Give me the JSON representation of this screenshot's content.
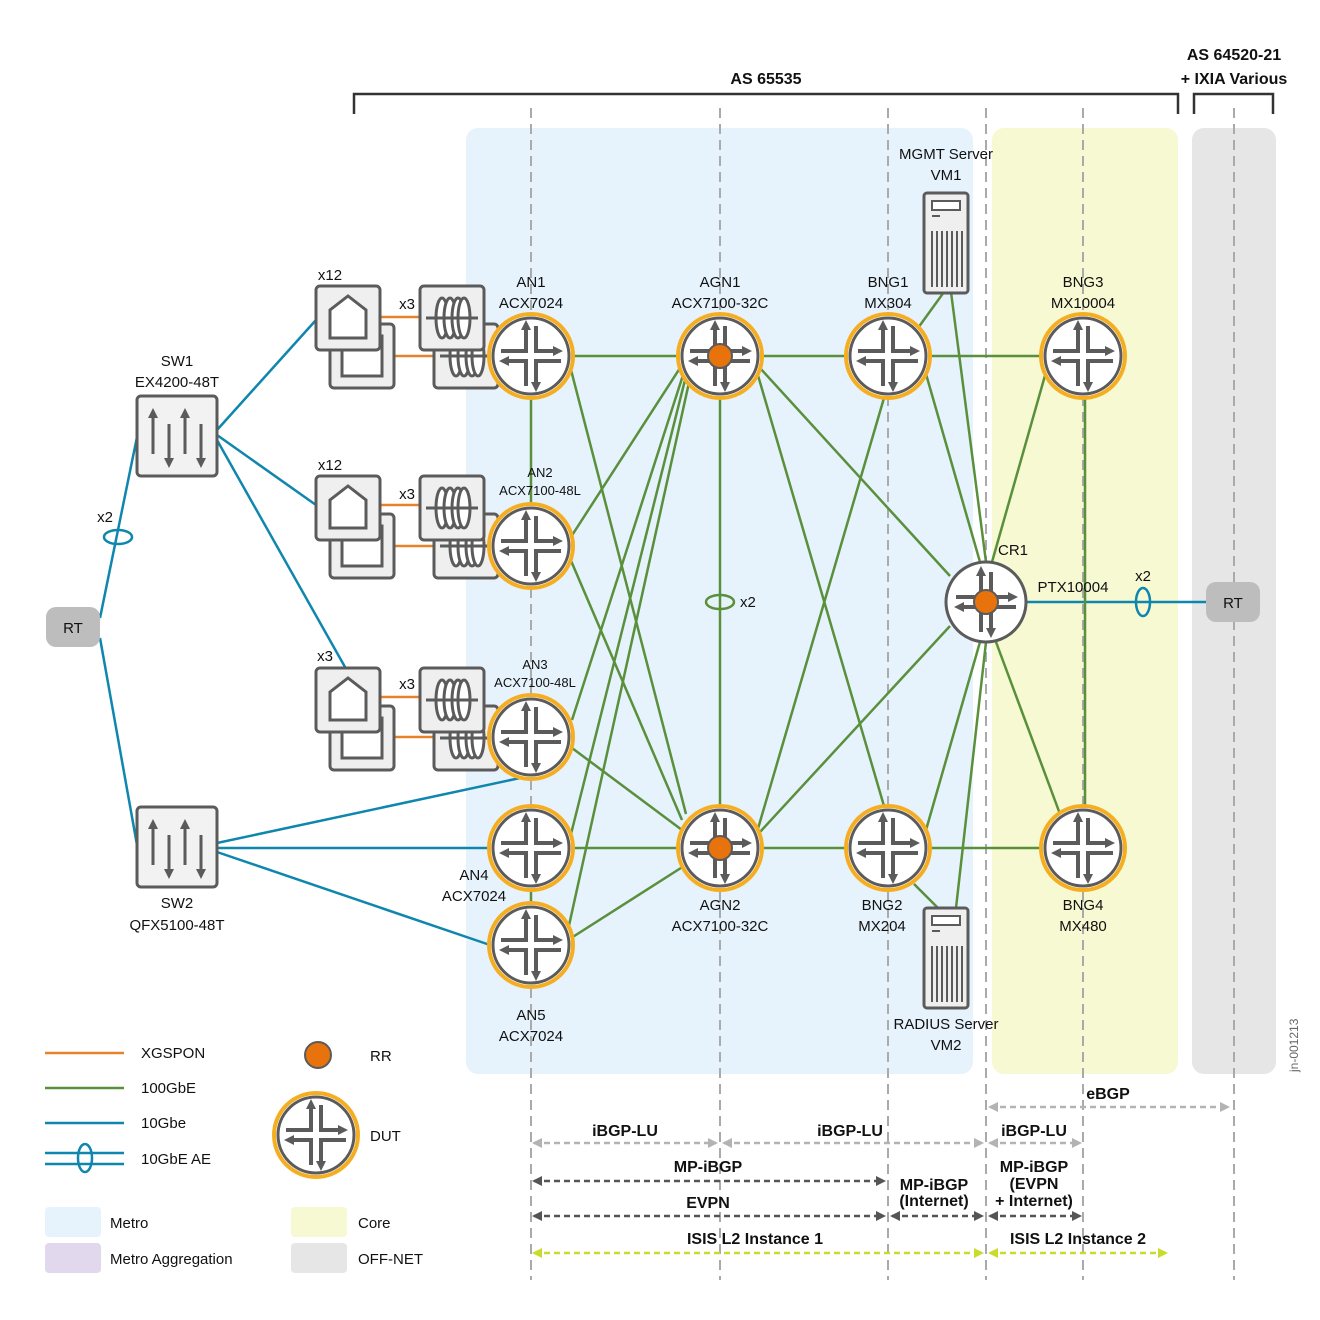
{
  "colors": {
    "metro": "#e6f3fc",
    "core": "#f6f9d2",
    "offnet": "#e6e6e6",
    "metro_aggregation": "#e2d8ee",
    "xgspon": "#e8822a",
    "gbe100": "#5a8f3c",
    "gbe10": "#0f86ad",
    "dut_ring": "#f5ae22",
    "node_stroke": "#5b5b5b",
    "rr": "#e8730c",
    "rt_fill": "#bdbdbd",
    "ibgp_lu": "#b3b3b3",
    "mp_ibgp": "#555555",
    "isis": "#c9dc2c",
    "ebgp": "#b3b3b3"
  },
  "brackets": {
    "as_main": "AS 65535",
    "as_ext_line1": "AS 64520-21",
    "as_ext_line2": "+ IXIA Various"
  },
  "nodes": {
    "rt_left": {
      "label": "RT"
    },
    "rt_right": {
      "label": "RT"
    },
    "sw1": {
      "name": "SW1",
      "model": "EX4200-48T"
    },
    "sw2": {
      "name": "SW2",
      "model": "QFX5100-48T"
    },
    "an1": {
      "name": "AN1",
      "model": "ACX7024"
    },
    "an2": {
      "name": "AN2",
      "model": "ACX7100-48L"
    },
    "an3": {
      "name": "AN3",
      "model": "ACX7100-48L"
    },
    "an4": {
      "name": "AN4",
      "model": "ACX7024"
    },
    "an5": {
      "name": "AN5",
      "model": "ACX7024"
    },
    "agn1": {
      "name": "AGN1",
      "model": "ACX7100-32C"
    },
    "agn2": {
      "name": "AGN2",
      "model": "ACX7100-32C"
    },
    "bng1": {
      "name": "BNG1",
      "model": "MX304"
    },
    "bng2": {
      "name": "BNG2",
      "model": "MX204"
    },
    "bng3": {
      "name": "BNG3",
      "model": "MX10004"
    },
    "bng4": {
      "name": "BNG4",
      "model": "MX480"
    },
    "cr1": {
      "name": "CR1",
      "model": "PTX10004"
    },
    "mgmt": {
      "name": "MGMT Server",
      "vm": "VM1"
    },
    "radius": {
      "name": "RADIUS Server",
      "vm": "VM2"
    }
  },
  "access_groups": [
    {
      "ont_count": "x12",
      "olt_count": "x3"
    },
    {
      "ont_count": "x12",
      "olt_count": "x3"
    },
    {
      "ont_count": "x3",
      "olt_count": "x3"
    }
  ],
  "link_annotations": {
    "rt_sw1_ae": "x2",
    "agn_ae": "x2",
    "cr1_rt_ae": "x2"
  },
  "protocols": {
    "ebgp": "eBGP",
    "ibgp_lu_1": "iBGP-LU",
    "ibgp_lu_2": "iBGP-LU",
    "ibgp_lu_3": "iBGP-LU",
    "mp_ibgp": "MP-iBGP",
    "mp_ibgp_internet_1": "MP-iBGP",
    "mp_ibgp_internet_2": "(Internet)",
    "mp_ibgp_core_1": "MP-iBGP",
    "mp_ibgp_core_2": "(EVPN",
    "mp_ibgp_core_3": "+ Internet)",
    "evpn": "EVPN",
    "isis_1": "ISIS L2 Instance 1",
    "isis_2": "ISIS L2 Instance 2"
  },
  "legend": {
    "xgspon": "XGSPON",
    "gbe100": "100GbE",
    "gbe10": "10Gbe",
    "gbe10_ae": "10GbE AE",
    "rr": "RR",
    "dut": "DUT",
    "metro": "Metro",
    "metro_aggregation": "Metro Aggregation",
    "core": "Core",
    "offnet": "OFF-NET"
  },
  "figure_id": "jn-001213"
}
